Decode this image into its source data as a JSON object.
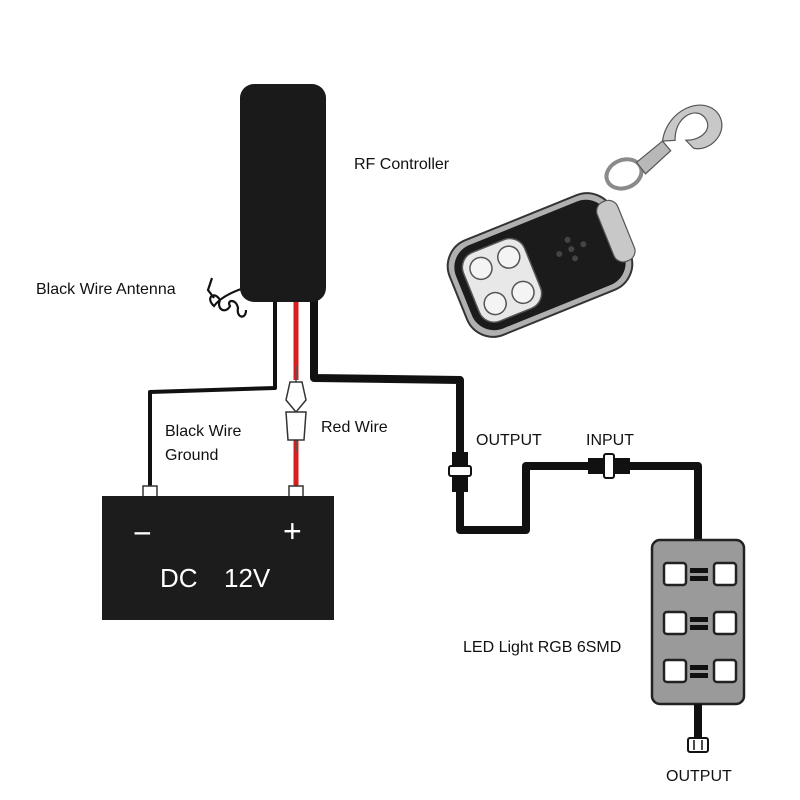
{
  "labels": {
    "rf_controller": "RF Controller",
    "antenna": "Black Wire Antenna",
    "ground_line1": "Black Wire",
    "ground_line2": "Ground",
    "red_wire": "Red Wire",
    "output_top": "OUTPUT",
    "input_top": "INPUT",
    "led": "LED Light RGB 6SMD",
    "output_bottom": "OUTPUT"
  },
  "battery": {
    "minus": "−",
    "plus": "+",
    "voltage_type": "DC",
    "voltage": "12V"
  },
  "colors": {
    "wire_black": "#111111",
    "wire_red": "#d81f1f",
    "controller": "#1a1a1a",
    "battery": "#1c1c1c",
    "led_body": "#9a9a9a",
    "led_chip": "#ffffff"
  }
}
